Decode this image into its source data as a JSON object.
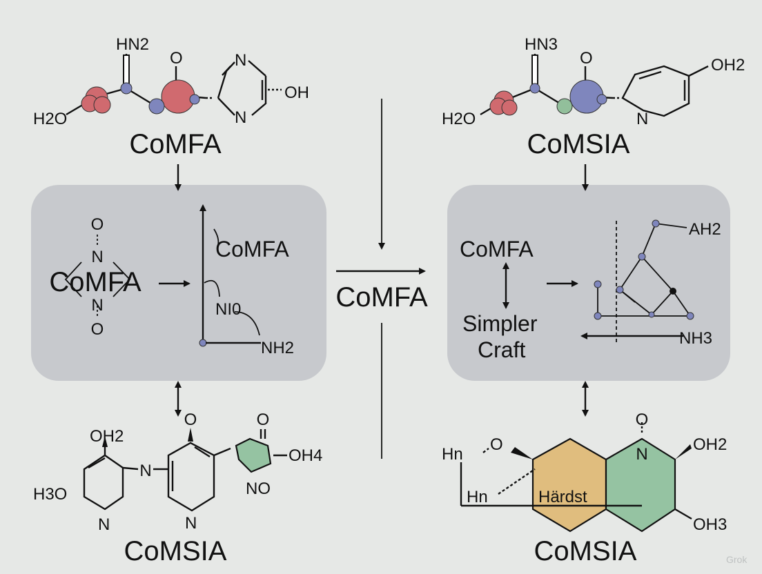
{
  "colors": {
    "background": "#e6e8e6",
    "panel": "#c7c9cd",
    "atom_red": "#d06a6f",
    "atom_blue": "#7f86bd",
    "atom_green": "#92bf9b",
    "ring_orange": "#e0bd7e",
    "ring_green": "#95c3a2"
  },
  "top_left": {
    "title": "CoMFA",
    "atoms": {
      "nh2": "HN2",
      "o": "O",
      "n1": "N",
      "n2": "N",
      "oh": "OH",
      "h2o": "H2O"
    }
  },
  "top_right": {
    "title": "CoMSIA",
    "atoms": {
      "nh3": "HN3",
      "o": "O",
      "oh2": "OH2",
      "n": "N",
      "h2o": "H2O"
    }
  },
  "center_arrow_label": "CoMFA",
  "left_panel": {
    "main_label": "CoMFA",
    "top_o": "O",
    "top_n": "N",
    "bottom_n": "N",
    "bottom_o": "O",
    "plot_label": "CoMFA",
    "plot_n": "NI0",
    "plot_nh2": "NH2"
  },
  "right_panel": {
    "label": "CoMFA",
    "line1": "Simpler",
    "line2": "Craft",
    "ah2": "AH2",
    "nh3": "NH3"
  },
  "bottom_left": {
    "title": "CoMSIA",
    "atoms": {
      "oh2": "OH2",
      "n_link": "N",
      "o_top": "O",
      "o_ket": "O",
      "oh4": "OH4",
      "h3o": "H3O",
      "n_ring": "N",
      "n_pyr": "N",
      "no": "NO"
    }
  },
  "bottom_right": {
    "title": "CoMSIA",
    "atoms": {
      "hn1": "Hn",
      "o": "O",
      "n_oxide": "N",
      "o_top": "O",
      "oh2": "OH2",
      "hn2": "Hn",
      "label": "Härdst",
      "oh3": "OH3"
    }
  },
  "watermark": "Grok"
}
